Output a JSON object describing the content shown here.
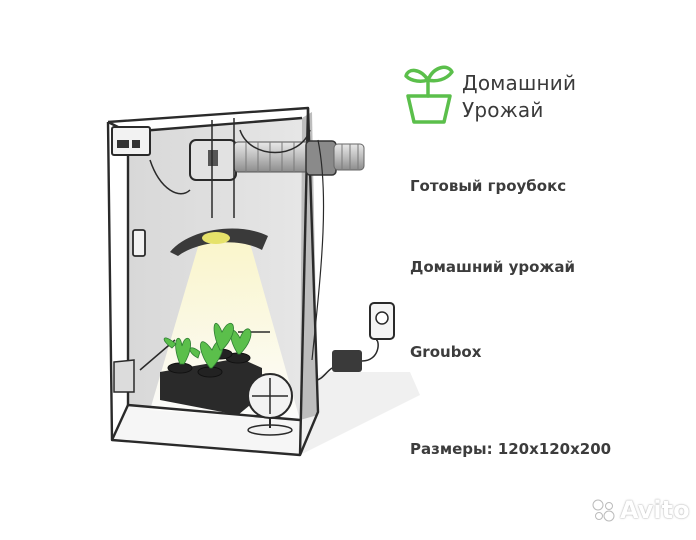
{
  "brand": {
    "line1": "Домашний",
    "line2": "Урожай",
    "accent_color": "#5bbf4b"
  },
  "features": [
    "Готовый гроубокс",
    "Домашний урожай",
    "Groubox",
    "Размеры: 120x120x200"
  ],
  "watermark": {
    "text": "Avito",
    "icon": "avito-dots-icon"
  },
  "illustration": {
    "subject": "grow-tent-icon"
  }
}
